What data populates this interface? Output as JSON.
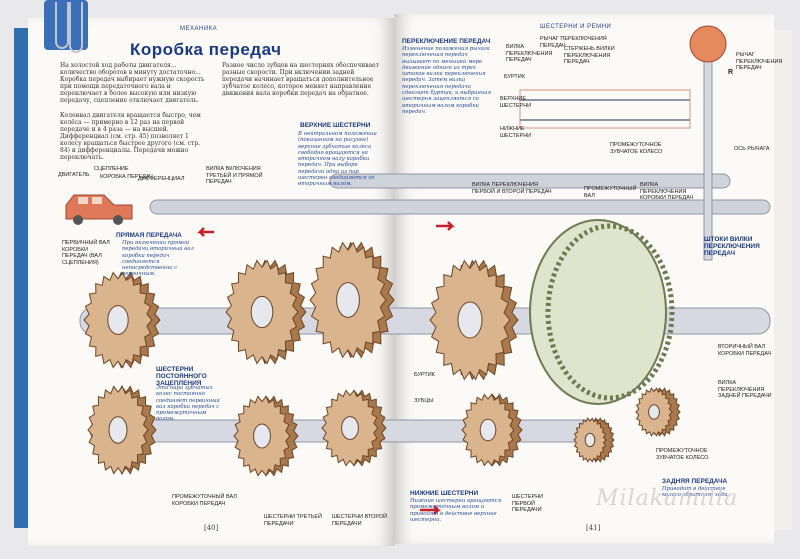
{
  "left_page": {
    "section": "МЕХАНИКА",
    "title": "Коробка передач",
    "intro": "На холостой ход работы двигателя... количество оборотов в минуту достаточно... Коробка передач выбирает нужную скорость при помощи передаточного вала и переключает в более высокую или низкую передачу, сцепление отключает двигатель.",
    "intro2": "Коленвал двигателя вращается быстро, чем колёса — примерно в 12 раз на первой передаче и в 4 раза — на высшей. Дифференциал (см. стр. 45) позволяет 1 колесу вращаться быстрее другого (см. стр. 84) и дифференциалы. Передачи можно переключать.",
    "col2": "Разное число зубцов на шестернях обеспечивает разные скорости. При включении задней передачи начинает вращаться дополнительное зубчатое колесо, которое меняет направление движения вала коробки передач на обратное.",
    "upper_heading": "ВЕРХНИЕ ШЕСТЕРНИ",
    "upper_text": "В нейтральном положении (показанном на рисунке) верхние зубчатые колеса свободно вращаются на вторичном валу коробки передач. При выборе передачи одна из пар шестерен соединяется со вторичным валом.",
    "first_gear_heading": "ПРЯМАЯ ПЕРЕДАЧА",
    "first_gear_text": "При включении прямой передачи вторичный вал коробки передач соединяется непосредственно с первичным.",
    "const_heading": "ШЕСТЕРНИ ПОСТОЯННОГО ЗАЦЕПЛЕНИЯ",
    "const_text": "Эта пара зубчатых колес постоянно соединяет первичный вал коробки передач с промежуточным валом.",
    "labels": {
      "engine": "ДВИГАТЕЛЬ",
      "clutch": "СЦЕПЛЕНИЕ",
      "gearbox": "КОРОБКА ПЕРЕДАЧ",
      "diff": "ДИФФЕРЕНЦИАЛ",
      "fork34": "ВИЛКА ВКЛЮЧЕНИЯ ТРЕТЬЕЙ И ПРЯМОЙ ПЕРЕДАЧ",
      "input_shaft": "ПЕРВИЧНЫЙ ВАЛ КОРОБКИ ПЕРЕДАЧ (ВАЛ СЦЕПЛЕНИЯ)",
      "countershaft": "ПРОМЕЖУТОЧНЫЙ ВАЛ КОРОБКИ ПЕРЕДАЧ",
      "third_gears": "ШЕСТЕРНИ ТРЕТЬЕЙ ПЕРЕДАЧИ",
      "second_gears": "ШЕСТЕРНИ ВТОРОЙ ПЕРЕДАЧИ"
    },
    "page_number": "[40]"
  },
  "right_page": {
    "section": "ШЕСТЕРНИ И РЕМНИ",
    "shift_heading": "ПЕРЕКЛЮЧЕНИЕ ПЕРЕДАЧ",
    "shift_text": "Изменение положения рычага переключения передач вызывает по меньшей мере движение одного из трех штоков вилки переключения передач. Затем вилка переключения передачи сдвигает буртик, и выбранная шестерня зацепляется со вторичным валом коробки передач.",
    "lower_heading": "НИЖНИЕ ШЕСТЕРНИ",
    "lower_text": "Нижние шестерни вращаются промежуточным валом и приводят в действие верхние шестерни.",
    "reverse_heading": "ЗАДНЯЯ ПЕРЕДАЧА",
    "reverse_text": "Приводит в действие колесо обратного хода.",
    "rods_heading": "ШТОКИ ВИЛКИ ПЕРЕКЛЮЧЕНИЯ ПЕРЕДАЧ",
    "labels": {
      "lever_fork": "РЫЧАГ ПЕРЕКЛЮЧЕНИЯ ПЕРЕДАЧ",
      "rod_fork": "СТЕРЖЕНЬ ВИЛКИ ПЕРЕКЛЮЧЕНИЯ ПЕРЕДАЧ",
      "fork_shift": "ВИЛКА ПЕРЕКЛЮЧЕНИЯ ПЕРЕДАЧ",
      "collar": "БУРТИК",
      "upper": "ВЕРХНИЕ ШЕСТЕРНИ",
      "lower": "НИЖНИЕ ШЕСТЕРНИ",
      "mid_gear": "ПРОМЕЖУТОЧНОЕ ЗУБЧАТОЕ КОЛЕСО",
      "lever": "РЫЧАГ ПЕРЕКЛЮЧЕНИЯ ПЕРЕДАЧ",
      "lever_axis": "ОСЬ РЫЧАГА",
      "fork12": "ВИЛКА ПЕРЕКЛЮЧЕНИЯ ПЕРВОЙ И ВТОРОЙ ПЕРЕДАЧ",
      "countershaft": "ПРОМЕЖУТОЧНЫЙ ВАЛ",
      "fork_r": "ВИЛКА ПЕРЕКЛЮЧЕНИЯ КОРОБКИ ПЕРЕДАЧ",
      "output_shaft": "ВТОРИЧНЫЙ ВАЛ КОРОБКИ ПЕРЕДАЧ",
      "fork_rev": "ВИЛКА ПЕРЕКЛЮЧЕНИЯ ЗАДНЕЙ ПЕРЕДАЧИ",
      "idler": "ПРОМЕЖУТОЧНОЕ ЗУБЧАТОЕ КОЛЕСО",
      "teeth": "ЗУБЦЫ",
      "collar2": "БУРТИК",
      "first_gears": "ШЕСТЕРНИ ПЕРВОЙ ПЕРЕДАЧИ",
      "R": "R"
    },
    "page_number": "[41]"
  },
  "watermark": "Milakamilla",
  "colors": {
    "gear": "#d9b48c",
    "gear_dark": "#a9784b",
    "shaft": "#cfd3dc",
    "title": "#1a3a83",
    "big_gear": "#dfe4cc",
    "arrow": "#c8202a"
  }
}
